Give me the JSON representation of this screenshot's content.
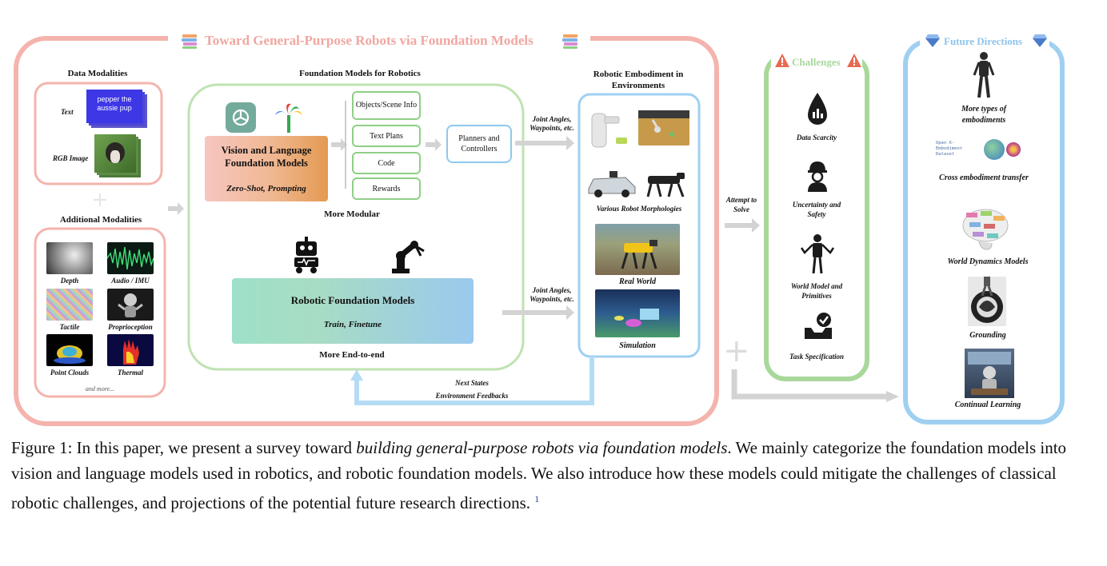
{
  "figure": {
    "main_title": "Toward General-Purpose Robots via Foundation Models",
    "data_modalities": {
      "title": "Data Modalities",
      "text_label": "Text",
      "text_card": "pepper the aussie pup",
      "rgb_label": "RGB Image"
    },
    "plus_symbol": "+",
    "additional_modalities": {
      "title": "Additional Modalities",
      "items": [
        "Depth",
        "Audio / IMU",
        "Tactile",
        "Proprioception",
        "Point Clouds",
        "Thermal"
      ],
      "more": "and more..."
    },
    "foundation_models": {
      "title": "Foundation Models for Robotics",
      "vlm_title": "Vision and Language Foundation Models",
      "vlm_sub": "Zero-Shot, Prompting",
      "outputs": [
        "Objects/Scene Info",
        "Text Plans",
        "Code",
        "Rewards"
      ],
      "planners": "Planners and Controllers",
      "more_modular": "More Modular",
      "rfm_title": "Robotic Foundation Models",
      "rfm_sub": "Train, Finetune",
      "more_e2e": "More End-to-end"
    },
    "arrows": {
      "joint_top": "Joint Angles, Waypoints, etc.",
      "joint_bottom": "Joint Angles, Waypoints, etc.",
      "next_states": "Next States",
      "env_feedback": "Environment Feedbacks",
      "attempt": "Attempt to Solve"
    },
    "embodiment": {
      "title": "Robotic Embodiment in Environments",
      "morph": "Various Robot Morphologies",
      "real": "Real World",
      "sim": "Simulation"
    },
    "challenges": {
      "title": "Challenges",
      "items": [
        "Data Scarcity",
        "Uncertainty and Safety",
        "World Model and Primitives",
        "Task Specification"
      ]
    },
    "future": {
      "title": "Future Directions",
      "items": [
        "More types of embodiments",
        "Cross embodiment transfer",
        "World Dynamics Models",
        "Grounding",
        "Continual Learning"
      ],
      "oxe_text": "Open X-Embodiment Dataset"
    }
  },
  "caption": {
    "prefix": "Figure 1:  In this paper, we present a survey toward ",
    "emph": "building general-purpose robots via foundation models",
    "suffix": ".  We mainly categorize the foundation models into vision and language models used in robotics, and robotic foundation models. We also introduce how these models could mitigate the challenges of classical robotic challenges, and projections of the potential future research directions.",
    "footnote": "1"
  },
  "colors": {
    "pink": "#f4b4ad",
    "green": "#a8d89a",
    "blue": "#9fd0f2",
    "orange": "#e3a25f",
    "gray_arrow": "#cfcfcf"
  }
}
